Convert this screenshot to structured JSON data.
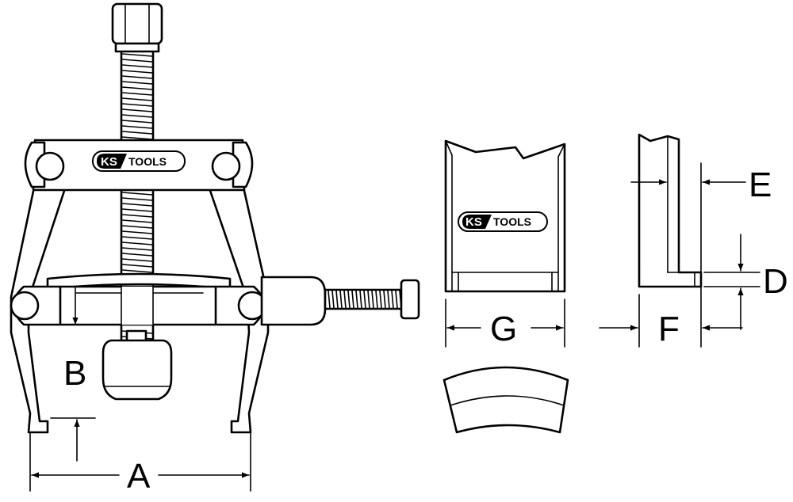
{
  "brand": {
    "logo_ks": "KS",
    "logo_tools": "TOOLS"
  },
  "dimensions": {
    "a": "A",
    "b": "B",
    "e": "E",
    "d": "D",
    "g": "G",
    "f": "F"
  },
  "colors": {
    "line": "#000000",
    "background": "#ffffff"
  }
}
